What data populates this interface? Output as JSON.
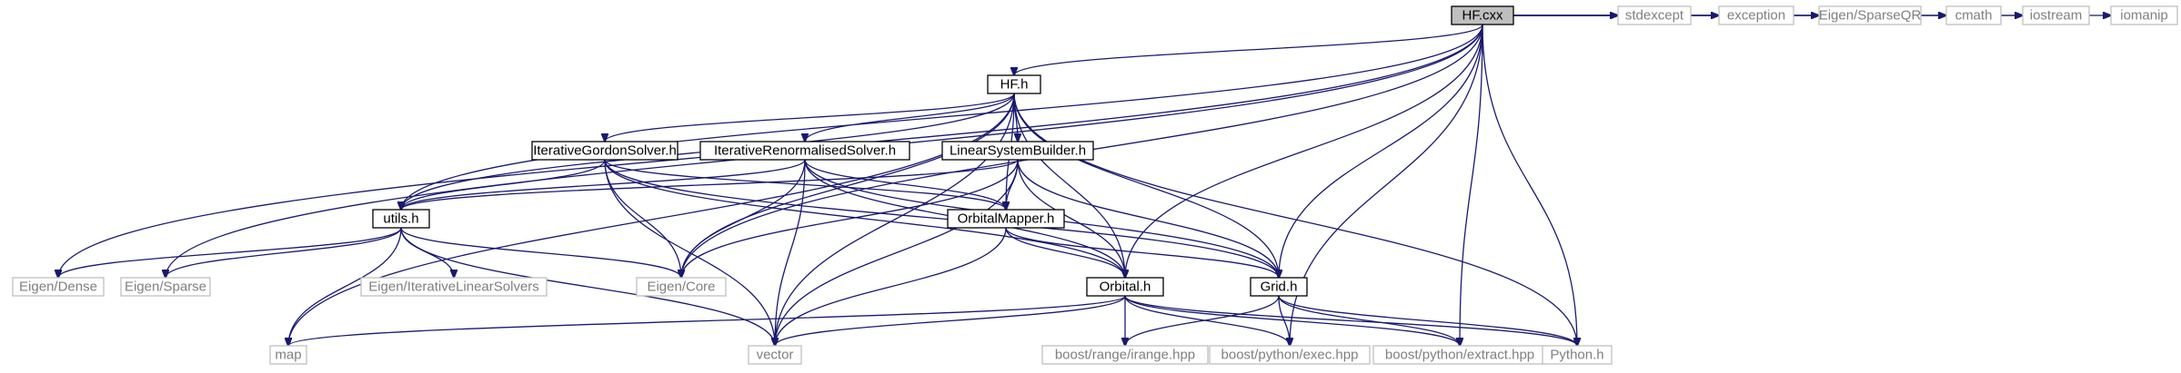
{
  "colors": {
    "root_fill": "#bfbfbf",
    "local_stroke": "#000000",
    "system_stroke": "#bfbfbf",
    "system_text": "#7f7f7f",
    "local_text": "#000000",
    "edge": "#191970"
  },
  "nodes": [
    {
      "id": "hfcxx",
      "label": "HF.cxx",
      "kind": "root"
    },
    {
      "id": "hfh",
      "label": "HF.h",
      "kind": "local"
    },
    {
      "id": "utils",
      "label": "utils.h",
      "kind": "local"
    },
    {
      "id": "igs",
      "label": "IterativeGordonSolver.h",
      "kind": "local"
    },
    {
      "id": "irs",
      "label": "IterativeRenormalisedSolver.h",
      "kind": "local"
    },
    {
      "id": "lsb",
      "label": "LinearSystemBuilder.h",
      "kind": "local"
    },
    {
      "id": "om",
      "label": "OrbitalMapper.h",
      "kind": "local"
    },
    {
      "id": "orb",
      "label": "Orbital.h",
      "kind": "local"
    },
    {
      "id": "grid",
      "label": "Grid.h",
      "kind": "local"
    },
    {
      "id": "stdexcept",
      "label": "stdexcept",
      "kind": "system"
    },
    {
      "id": "exception",
      "label": "exception",
      "kind": "system"
    },
    {
      "id": "sparseqr",
      "label": "Eigen/SparseQR",
      "kind": "system"
    },
    {
      "id": "cmath",
      "label": "cmath",
      "kind": "system"
    },
    {
      "id": "iostream",
      "label": "iostream",
      "kind": "system"
    },
    {
      "id": "iomanip",
      "label": "iomanip",
      "kind": "system"
    },
    {
      "id": "dense",
      "label": "Eigen/Dense",
      "kind": "system"
    },
    {
      "id": "sparse",
      "label": "Eigen/Sparse",
      "kind": "system"
    },
    {
      "id": "iterlin",
      "label": "Eigen/IterativeLinearSolvers",
      "kind": "system"
    },
    {
      "id": "core",
      "label": "Eigen/Core",
      "kind": "system"
    },
    {
      "id": "map",
      "label": "map",
      "kind": "system"
    },
    {
      "id": "vector",
      "label": "vector",
      "kind": "system"
    },
    {
      "id": "irange",
      "label": "boost/range/irange.hpp",
      "kind": "system"
    },
    {
      "id": "exec",
      "label": "boost/python/exec.hpp",
      "kind": "system"
    },
    {
      "id": "extract",
      "label": "boost/python/extract.hpp",
      "kind": "system"
    },
    {
      "id": "python",
      "label": "Python.h",
      "kind": "system"
    }
  ],
  "edges": [
    [
      "hfcxx",
      "hfh"
    ],
    [
      "hfcxx",
      "utils"
    ],
    [
      "hfcxx",
      "dense"
    ],
    [
      "hfcxx",
      "sparse"
    ],
    [
      "hfcxx",
      "core"
    ],
    [
      "hfcxx",
      "orb"
    ],
    [
      "hfcxx",
      "grid"
    ],
    [
      "hfcxx",
      "exec"
    ],
    [
      "hfcxx",
      "extract"
    ],
    [
      "hfcxx",
      "python"
    ],
    [
      "hfcxx",
      "stdexcept"
    ],
    [
      "hfcxx",
      "exception"
    ],
    [
      "hfcxx",
      "sparseqr"
    ],
    [
      "hfcxx",
      "cmath"
    ],
    [
      "hfcxx",
      "iostream"
    ],
    [
      "hfcxx",
      "iomanip"
    ],
    [
      "hfh",
      "igs"
    ],
    [
      "hfh",
      "irs"
    ],
    [
      "hfh",
      "lsb"
    ],
    [
      "hfh",
      "om"
    ],
    [
      "hfh",
      "orb"
    ],
    [
      "hfh",
      "grid"
    ],
    [
      "hfh",
      "utils"
    ],
    [
      "hfh",
      "map"
    ],
    [
      "hfh",
      "vector"
    ],
    [
      "hfh",
      "core"
    ],
    [
      "hfh",
      "python"
    ],
    [
      "igs",
      "utils"
    ],
    [
      "igs",
      "core"
    ],
    [
      "igs",
      "vector"
    ],
    [
      "igs",
      "om"
    ],
    [
      "igs",
      "orb"
    ],
    [
      "igs",
      "grid"
    ],
    [
      "irs",
      "utils"
    ],
    [
      "irs",
      "core"
    ],
    [
      "irs",
      "vector"
    ],
    [
      "irs",
      "om"
    ],
    [
      "irs",
      "orb"
    ],
    [
      "irs",
      "grid"
    ],
    [
      "lsb",
      "utils"
    ],
    [
      "lsb",
      "core"
    ],
    [
      "lsb",
      "vector"
    ],
    [
      "lsb",
      "om"
    ],
    [
      "lsb",
      "orb"
    ],
    [
      "lsb",
      "grid"
    ],
    [
      "utils",
      "dense"
    ],
    [
      "utils",
      "sparse"
    ],
    [
      "utils",
      "iterlin"
    ],
    [
      "utils",
      "core"
    ],
    [
      "utils",
      "map"
    ],
    [
      "utils",
      "vector"
    ],
    [
      "om",
      "orb"
    ],
    [
      "om",
      "grid"
    ],
    [
      "om",
      "vector"
    ],
    [
      "orb",
      "map"
    ],
    [
      "orb",
      "vector"
    ],
    [
      "orb",
      "irange"
    ],
    [
      "orb",
      "exec"
    ],
    [
      "orb",
      "extract"
    ],
    [
      "orb",
      "python"
    ],
    [
      "grid",
      "irange"
    ],
    [
      "grid",
      "exec"
    ],
    [
      "grid",
      "extract"
    ],
    [
      "grid",
      "python"
    ]
  ]
}
